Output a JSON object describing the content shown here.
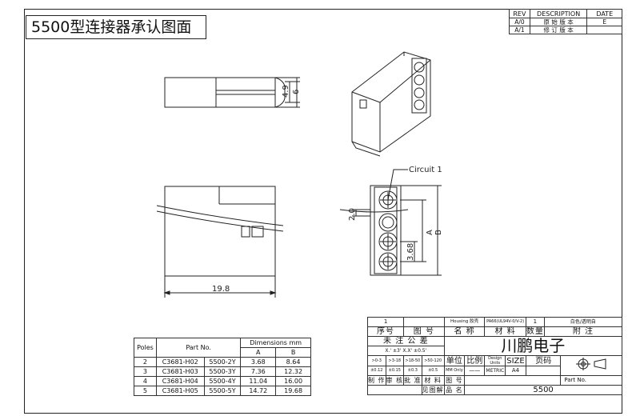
{
  "title": "5500型连接器承认图面",
  "revision": {
    "headers": [
      "REV",
      "DESCRIPTION",
      "DATE"
    ],
    "rows": [
      [
        "A/0",
        "原 始 版 本",
        "E"
      ],
      [
        "A/1",
        "修 订 版 本",
        ""
      ]
    ]
  },
  "drawing": {
    "dim_49": "4.9",
    "dim_6": "6",
    "dim_198": "19.8",
    "dim_20": "2.0",
    "dim_368": "3.68",
    "dim_A": "A",
    "dim_B": "B",
    "circuit_label": "Circuit 1"
  },
  "parts_table": {
    "header_poles": "Poles",
    "header_partno": "Part No.",
    "header_dims": "Dimensions mm",
    "header_a": "A",
    "header_b": "B",
    "rows": [
      [
        "2",
        "C3681-H02",
        "5500-2Y",
        "3.68",
        "8.64"
      ],
      [
        "3",
        "C3681-H03",
        "5500-3Y",
        "7.36",
        "12.32"
      ],
      [
        "4",
        "C3681-H04",
        "5500-4Y",
        "11.04",
        "16.00"
      ],
      [
        "5",
        "C3681-H05",
        "5500-5Y",
        "14.72",
        "19.68"
      ]
    ]
  },
  "title_block": {
    "item_no": "1",
    "item_name": "Housing 胶壳",
    "item_material": "PA66(UL94V-0/V-2)",
    "item_qty": "1",
    "item_note": "白色/透明自",
    "h_seq": "序号",
    "h_drawing": "图 号",
    "h_name": "名 称",
    "h_material": "材 料",
    "h_qty": "数量",
    "h_note": "附 注",
    "tolerance_title": "未 注 公 差",
    "tolerance_line": "X.' ±3' X.X' ±0.5'",
    "company": "川鹏电子",
    "ranges": [
      ">0-3",
      ">3-18",
      ">18-50",
      ">50-120"
    ],
    "range_tols": [
      "±0.12",
      "±0.15",
      "±0.3",
      "±0.5"
    ],
    "unit_label": "单位",
    "unit_value": "MM Only",
    "scale_label": "比例",
    "scale_value": "——",
    "design_label": "Design Units",
    "design_value": "METRIC",
    "size_label": "SIZE",
    "size_value": "A4",
    "page_label": "页码",
    "make": "制 作",
    "review": "审 核",
    "approve": "批 准",
    "material2": "材 料",
    "drawing_no": "图 号",
    "part_no_label": "Part No.",
    "see_drawing": "见图解",
    "product_name": "品 名",
    "product_value": "5500"
  }
}
